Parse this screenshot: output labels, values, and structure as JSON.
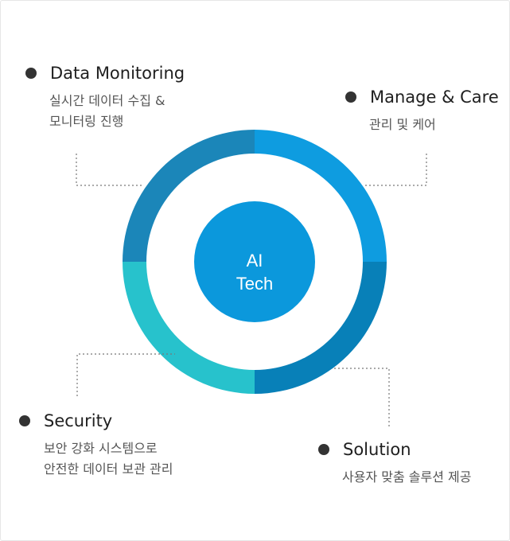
{
  "colors": {
    "segment_top_left": "#1b86b9",
    "segment_top_right": "#0e9ce0",
    "segment_bottom_right": "#0880b8",
    "segment_bottom_left": "#27c2cc",
    "center_circle": "#0b98dc",
    "connector": "#777777",
    "bullet": "#333333"
  },
  "center": {
    "line1": "AI",
    "line2": "Tech"
  },
  "items": {
    "data_monitoring": {
      "title": "Data Monitoring",
      "desc_line1": "실시간 데이터 수집 &",
      "desc_line2": "모니터링 진행"
    },
    "manage_care": {
      "title": "Manage & Care",
      "desc_line1": "관리 및 케어"
    },
    "security": {
      "title": "Security",
      "desc_line1": "보안 강화 시스템으로",
      "desc_line2": "안전한 데이터 보관 관리"
    },
    "solution": {
      "title": "Solution",
      "desc_line1": "사용자 맞춤 솔루션 제공"
    }
  }
}
